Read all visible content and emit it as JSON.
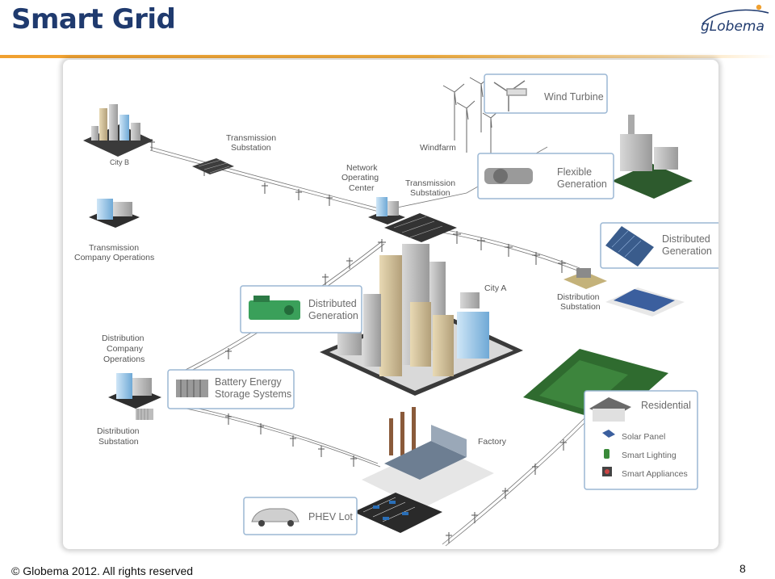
{
  "slide": {
    "title": "Smart Grid",
    "footer": "© Globema 2012. All rights reserved",
    "page_number": "8",
    "logo_text": "gLobema",
    "colors": {
      "title": "#1f3a6e",
      "rule": "#f0a030",
      "logo": "#1f3a6e",
      "logo_dot": "#f0a030"
    }
  },
  "diagram": {
    "labels": {
      "city_b": "City B",
      "transmission_substation_1": [
        "Transmission",
        "Substation"
      ],
      "transmission_company_operations": [
        "Transmission",
        "Company Operations"
      ],
      "network_operating_center": [
        "Network",
        "Operating",
        "Center"
      ],
      "windfarm": "Windfarm",
      "transmission_substation_2": [
        "Transmission",
        "Substation"
      ],
      "city_a": "City A",
      "distribution_substation_1": [
        "Distribution",
        "Substation"
      ],
      "distribution_company_operations": [
        "Distribution",
        "Company",
        "Operations"
      ],
      "distribution_substation_2": [
        "Distribution",
        "Substation"
      ],
      "factory": "Factory"
    },
    "callouts": {
      "wind_turbine": "Wind Turbine",
      "flexible_generation": [
        "Flexible",
        "Generation"
      ],
      "distributed_generation_right": [
        "Distributed",
        "Generation"
      ],
      "distributed_generation_center": [
        "Distributed",
        "Generation"
      ],
      "battery_energy_storage": [
        "Battery Energy",
        "Storage Systems"
      ],
      "residential": "Residential",
      "solar_panel": "Solar Panel",
      "smart_lighting": "Smart Lighting",
      "smart_appliances": "Smart Appliances",
      "phev_lot": "PHEV Lot"
    }
  }
}
